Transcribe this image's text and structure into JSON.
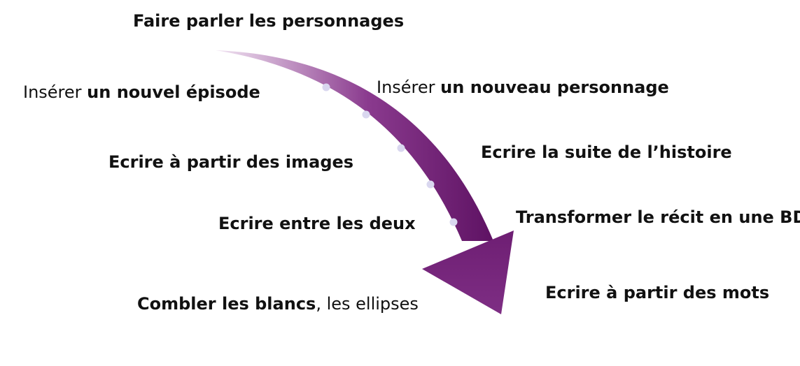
{
  "colors": {
    "arrow_dark": "#5e1263",
    "arrow_mid": "#8a3a8e",
    "arrow_light": "#f2e6f3",
    "dots": "#d9d7ef",
    "text": "#111111"
  },
  "labels": {
    "faire_parler": {
      "bold": "Faire parler les personnages"
    },
    "inserer_episode": {
      "prefix": "Insérer ",
      "bold": "un nouvel épisode"
    },
    "inserer_personnage": {
      "prefix": "Insérer ",
      "bold": "un nouveau personnage"
    },
    "ecrire_images": {
      "bold": "Ecrire à partir des images"
    },
    "ecrire_suite": {
      "bold": "Ecrire la suite de l’histoire"
    },
    "ecrire_entre": {
      "bold": "Ecrire entre les deux"
    },
    "transformer_bd": {
      "bold": "Transformer le récit en une BD"
    },
    "ecrire_mots": {
      "bold": "Ecrire à partir des mots"
    },
    "combler": {
      "bold": "Combler les blancs",
      "suffix": ", les ellipses"
    }
  }
}
